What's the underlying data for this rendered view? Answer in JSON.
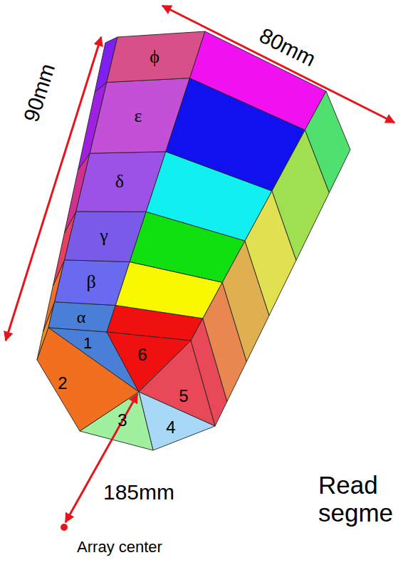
{
  "diagram": {
    "labels": [
      "80mm",
      "90mm",
      "ϕ",
      "ε",
      "δ",
      "γ",
      "β",
      "α",
      "1",
      "6",
      "2",
      "3",
      "5",
      "4",
      "185mm",
      "Read segme",
      "Array center"
    ]
  }
}
